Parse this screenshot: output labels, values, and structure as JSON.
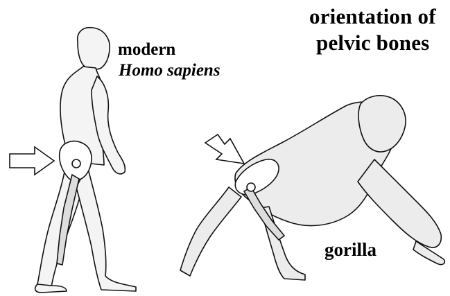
{
  "title": {
    "line1": "orientation of",
    "line2": "pelvic bones"
  },
  "human_label": {
    "line1": "modern",
    "line2": "Homo sapiens"
  },
  "gorilla_label": "gorilla"
}
